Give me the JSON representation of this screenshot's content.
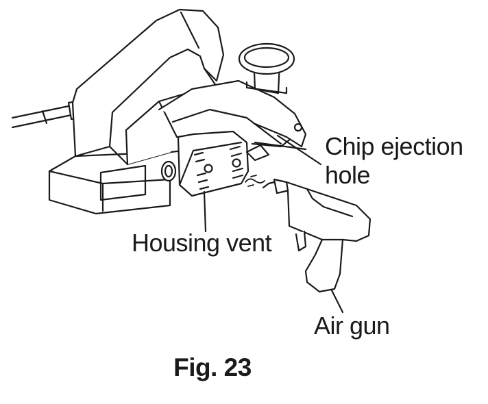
{
  "labels": {
    "chip_ejection_line1": "Chip ejection",
    "chip_ejection_line2": "hole",
    "housing_vent": "Housing vent",
    "air_gun": "Air gun"
  },
  "caption": "Fig. 23"
}
